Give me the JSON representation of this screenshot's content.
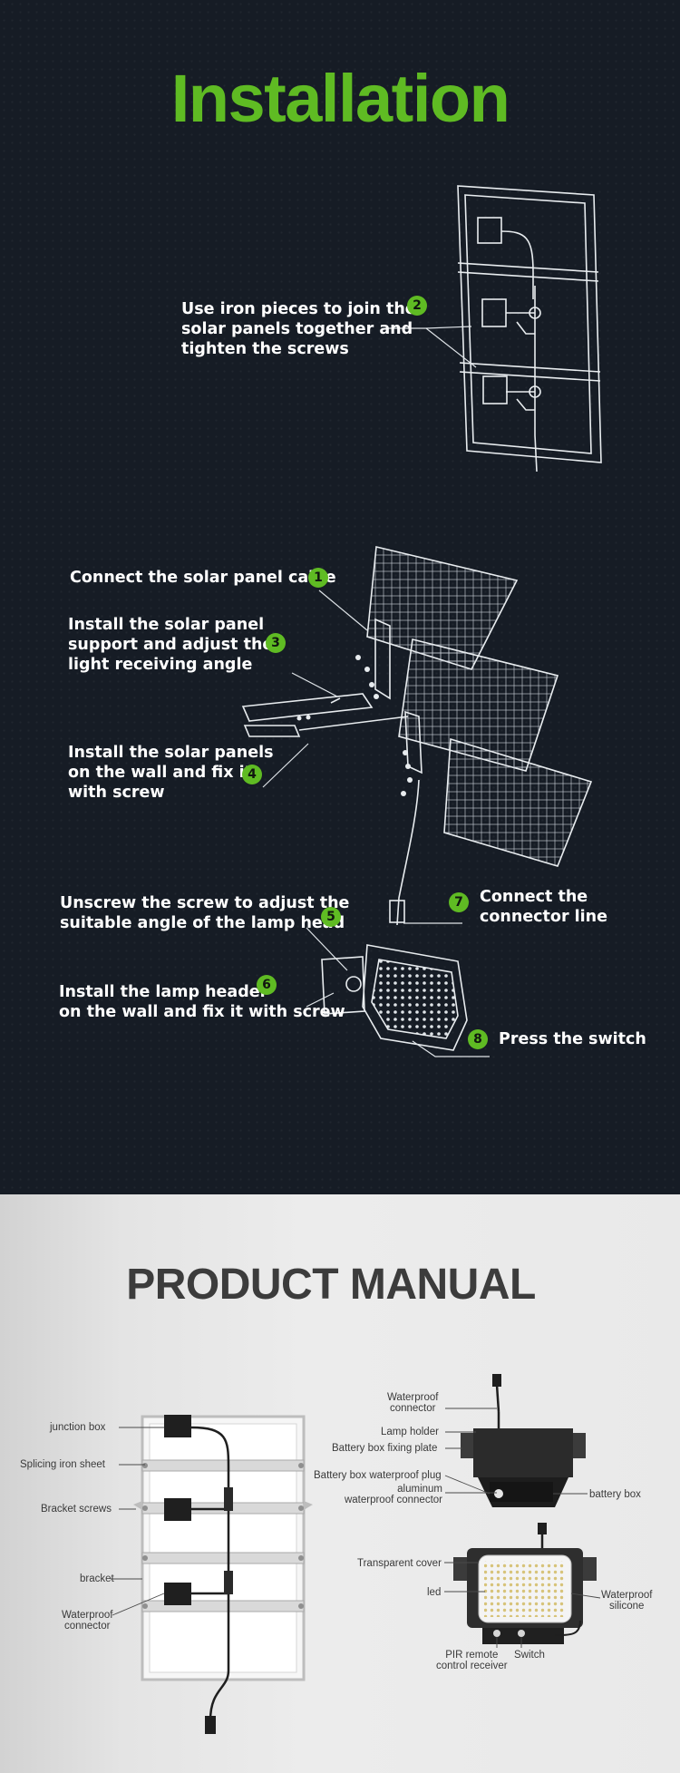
{
  "installation": {
    "title": "Installation",
    "steps": [
      {
        "num": "2",
        "text": "Use iron pieces to join the\nsolar panels together and\n tighten the screws"
      },
      {
        "num": "1",
        "text": "Connect the solar panel cable"
      },
      {
        "num": "3",
        "text": "Install the solar panel\nsupport and adjust the\nlight receiving angle"
      },
      {
        "num": "4",
        "text": "Install the solar panels\non the wall and fix it\nwith screw"
      },
      {
        "num": "5",
        "text": "Unscrew the screw to adjust the\nsuitable angle of the lamp head"
      },
      {
        "num": "7",
        "text": "Connect the\nconnector line"
      },
      {
        "num": "6",
        "text": "Install the lamp header\n on the wall and fix it with screw"
      },
      {
        "num": "8",
        "text": "Press the switch"
      }
    ]
  },
  "manual": {
    "title": "PRODUCT MANUAL",
    "left_labels": [
      "junction box",
      "Splicing iron sheet",
      "Bracket screws",
      "bracket",
      "Waterproof\nconnector"
    ],
    "right_top_labels": [
      "Waterproof\nconnector",
      "Lamp holder",
      "Battery box fixing plate",
      "Battery box waterproof plug",
      "aluminum\nwaterproof connector",
      "battery box"
    ],
    "right_bottom_labels": [
      "Transparent cover",
      "led",
      "Waterproof\nsilicone",
      "PIR remote\ncontrol receiver",
      "Switch"
    ]
  },
  "colors": {
    "accent": "#5fbb23",
    "dark_bg": "#161c25",
    "manual_text": "#3c3c3c"
  }
}
